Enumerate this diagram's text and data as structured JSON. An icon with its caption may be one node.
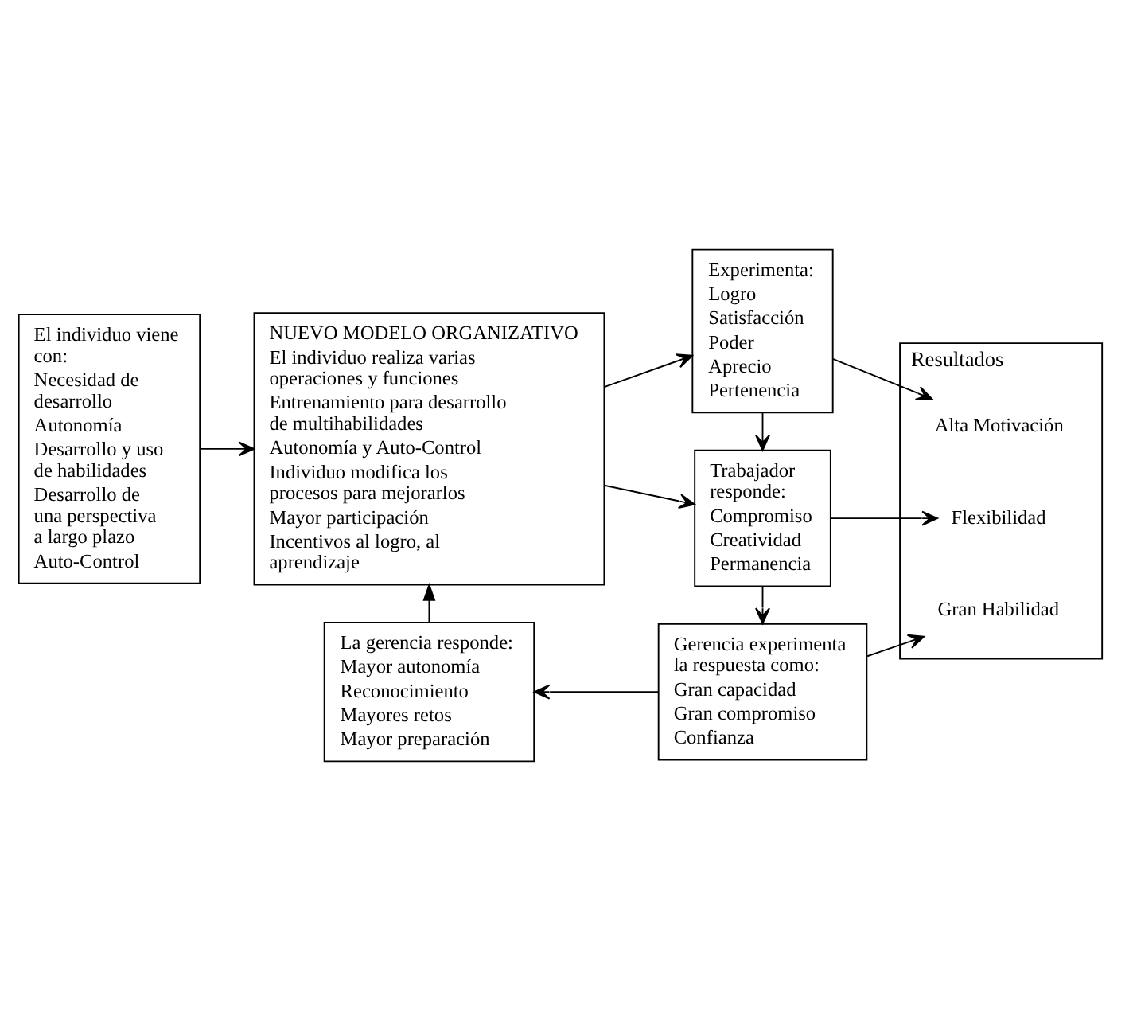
{
  "diagram": {
    "nodes": [
      {
        "text": [
          "El individuo viene con:",
          "Necesidad de desarrollo",
          "Autonomía",
          "Desarrollo y uso de habilidades",
          "Desarrollo de una perspectiva a largo plazo",
          "Auto-Control"
        ]
      },
      {
        "text": [
          "NUEVO MODELO ORGANIZATIVO",
          "El individuo realiza varias operaciones y funciones",
          "Entrenamiento para desarrollo de multihabilidades",
          "Autonomía y Auto-Control",
          "Individuo modifica los procesos para mejorarlos",
          "Mayor participación",
          "Incentivos al logro, al aprendizaje"
        ]
      },
      {
        "text": [
          "Experimenta:",
          "Logro",
          "Satisfacción",
          "Poder",
          "Aprecio",
          "Pertenencia"
        ]
      },
      {
        "text": [
          "Trabajador responde:",
          "Compromiso",
          "Creatividad",
          "Permanencia"
        ]
      },
      {
        "text": [
          "Gerencia experimenta la respuesta como:",
          "Gran capacidad",
          "Gran compromiso",
          "Confianza"
        ]
      },
      {
        "text": [
          "La gerencia responde:",
          "Mayor autonomía",
          "Reconocimiento",
          "Mayores retos",
          "Mayor preparación"
        ]
      },
      {
        "text": [
          "Resultados"
        ]
      },
      {
        "text": [
          "Alta Motivación"
        ],
        "in": 6
      },
      {
        "text": [
          "Flexibilidad"
        ],
        "in": 6
      },
      {
        "text": [
          "Gran Habilidad"
        ],
        "in": 6
      }
    ],
    "edges": [
      {
        "from": 0,
        "to": 1,
        "arrow": "to"
      },
      {
        "from": 1,
        "to": 2,
        "arrow": "to"
      },
      {
        "from": 1,
        "to": 3,
        "arrow": "to"
      },
      {
        "from": 2,
        "to": 3,
        "arrow": "to"
      },
      {
        "from": 3,
        "to": 4,
        "arrow": "to"
      },
      {
        "from": 4,
        "to": 5,
        "arrow": "to"
      },
      {
        "from": 5,
        "to": 1,
        "arrow": "to"
      },
      {
        "from": 2,
        "to": 7,
        "arrow": "to"
      },
      {
        "from": 3,
        "to": 8,
        "arrow": "to"
      },
      {
        "from": 4,
        "to": 9,
        "arrow": "to"
      }
    ]
  }
}
